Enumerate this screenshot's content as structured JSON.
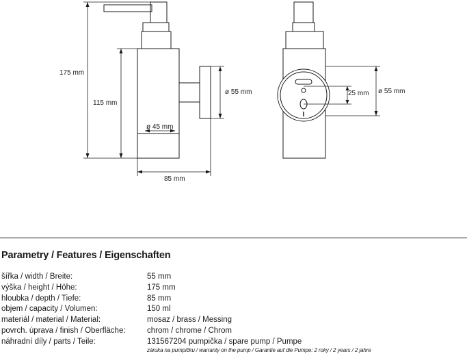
{
  "drawing": {
    "dims": {
      "total_height": "175 mm",
      "body_height": "115 mm",
      "body_diameter": "ø 45 mm",
      "depth": "85 mm",
      "flange_diameter_side": "ø 55 mm",
      "hole_spacing": "25 mm",
      "flange_diameter_front": "ø 55 mm"
    }
  },
  "section": {
    "title": "Parametry / Features / Eigenschaften",
    "rows": [
      {
        "label": "šířka / width / Breite:",
        "value": "55 mm"
      },
      {
        "label": "výška / height / Höhe:",
        "value": "175 mm"
      },
      {
        "label": "hloubka / depth / Tiefe:",
        "value": "85 mm"
      },
      {
        "label": "objem / capacity  / Volumen:",
        "value": "150 ml"
      },
      {
        "label": "materiál / material / Material:",
        "value": "mosaz / brass / Messing"
      },
      {
        "label": "povrch. úprava / finish / Oberfläche:",
        "value": "chrom / chrome / Chrom"
      },
      {
        "label": "náhradní díly / parts / Teile:",
        "value": "131567204  pumpička / spare pump / Pumpe"
      }
    ],
    "note": "záruka na pumpičku / warranty on the pump / Garantie auf die Pumpe: 2 roky / 2 years / 2 jahre"
  }
}
